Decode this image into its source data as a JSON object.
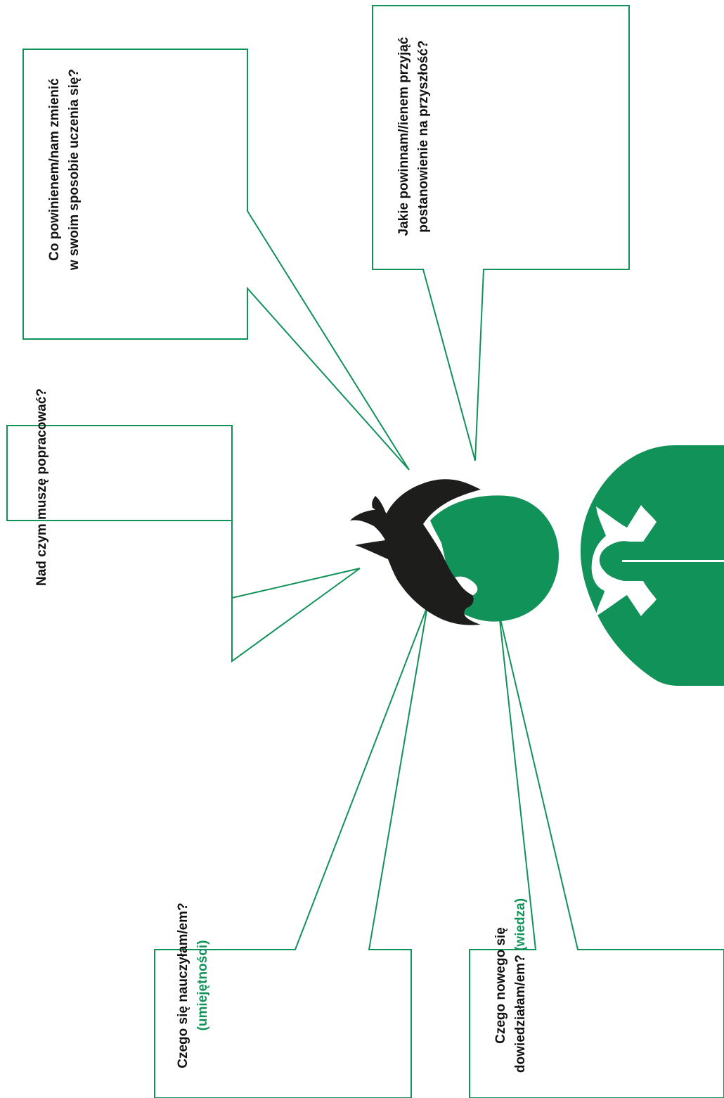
{
  "colors": {
    "accent": "#119258",
    "hair": "#1d1d1b",
    "outline": "#119258",
    "text": "#111111"
  },
  "bubbles": {
    "work_on": {
      "line1": "Nad czym muszę popracować?"
    },
    "change_learning": {
      "line1": "Co powinienem/nam zmienić",
      "line2": "w swoim sposobie uczenia się?"
    },
    "resolution": {
      "line1": "Jakie powinnam//ienem przyjąć",
      "line2": "postanowienie na przyszłość?"
    },
    "learned": {
      "line1": "Czego się nauczyłam/em?",
      "line2": "(umiejętności)"
    },
    "found_out": {
      "line1": "Czego nowego się",
      "line2_text": "dowiedziałam/em?",
      "line2_accent": "(wiedza)"
    }
  },
  "figure": {
    "icon": "person-icon"
  }
}
